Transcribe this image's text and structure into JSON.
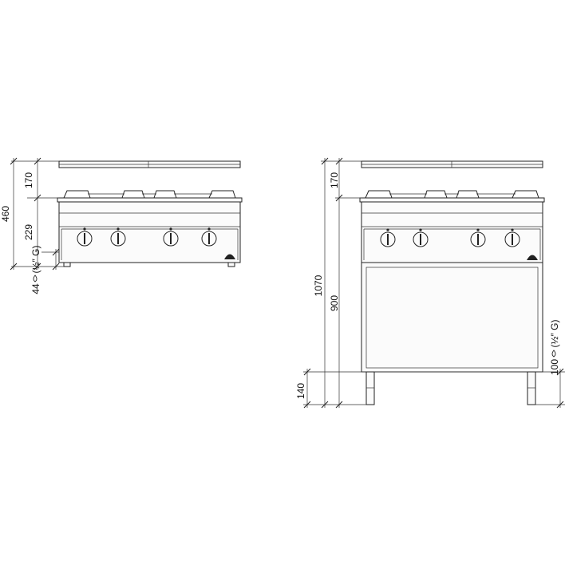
{
  "left_unit": {
    "dim_top": "170",
    "dim_mid": "229",
    "dim_total": "460",
    "dim_gas": "44",
    "dim_gas_thread": "(½″ G)"
  },
  "right_unit": {
    "dim_top": "170",
    "dim_mid": "900",
    "dim_total": "1070",
    "dim_bottom": "140",
    "dim_gas": "100",
    "dim_gas_thread": "(½″ G)"
  },
  "colors": {
    "line": "#222222",
    "fill": "#fbfbfb",
    "background": "#ffffff"
  }
}
